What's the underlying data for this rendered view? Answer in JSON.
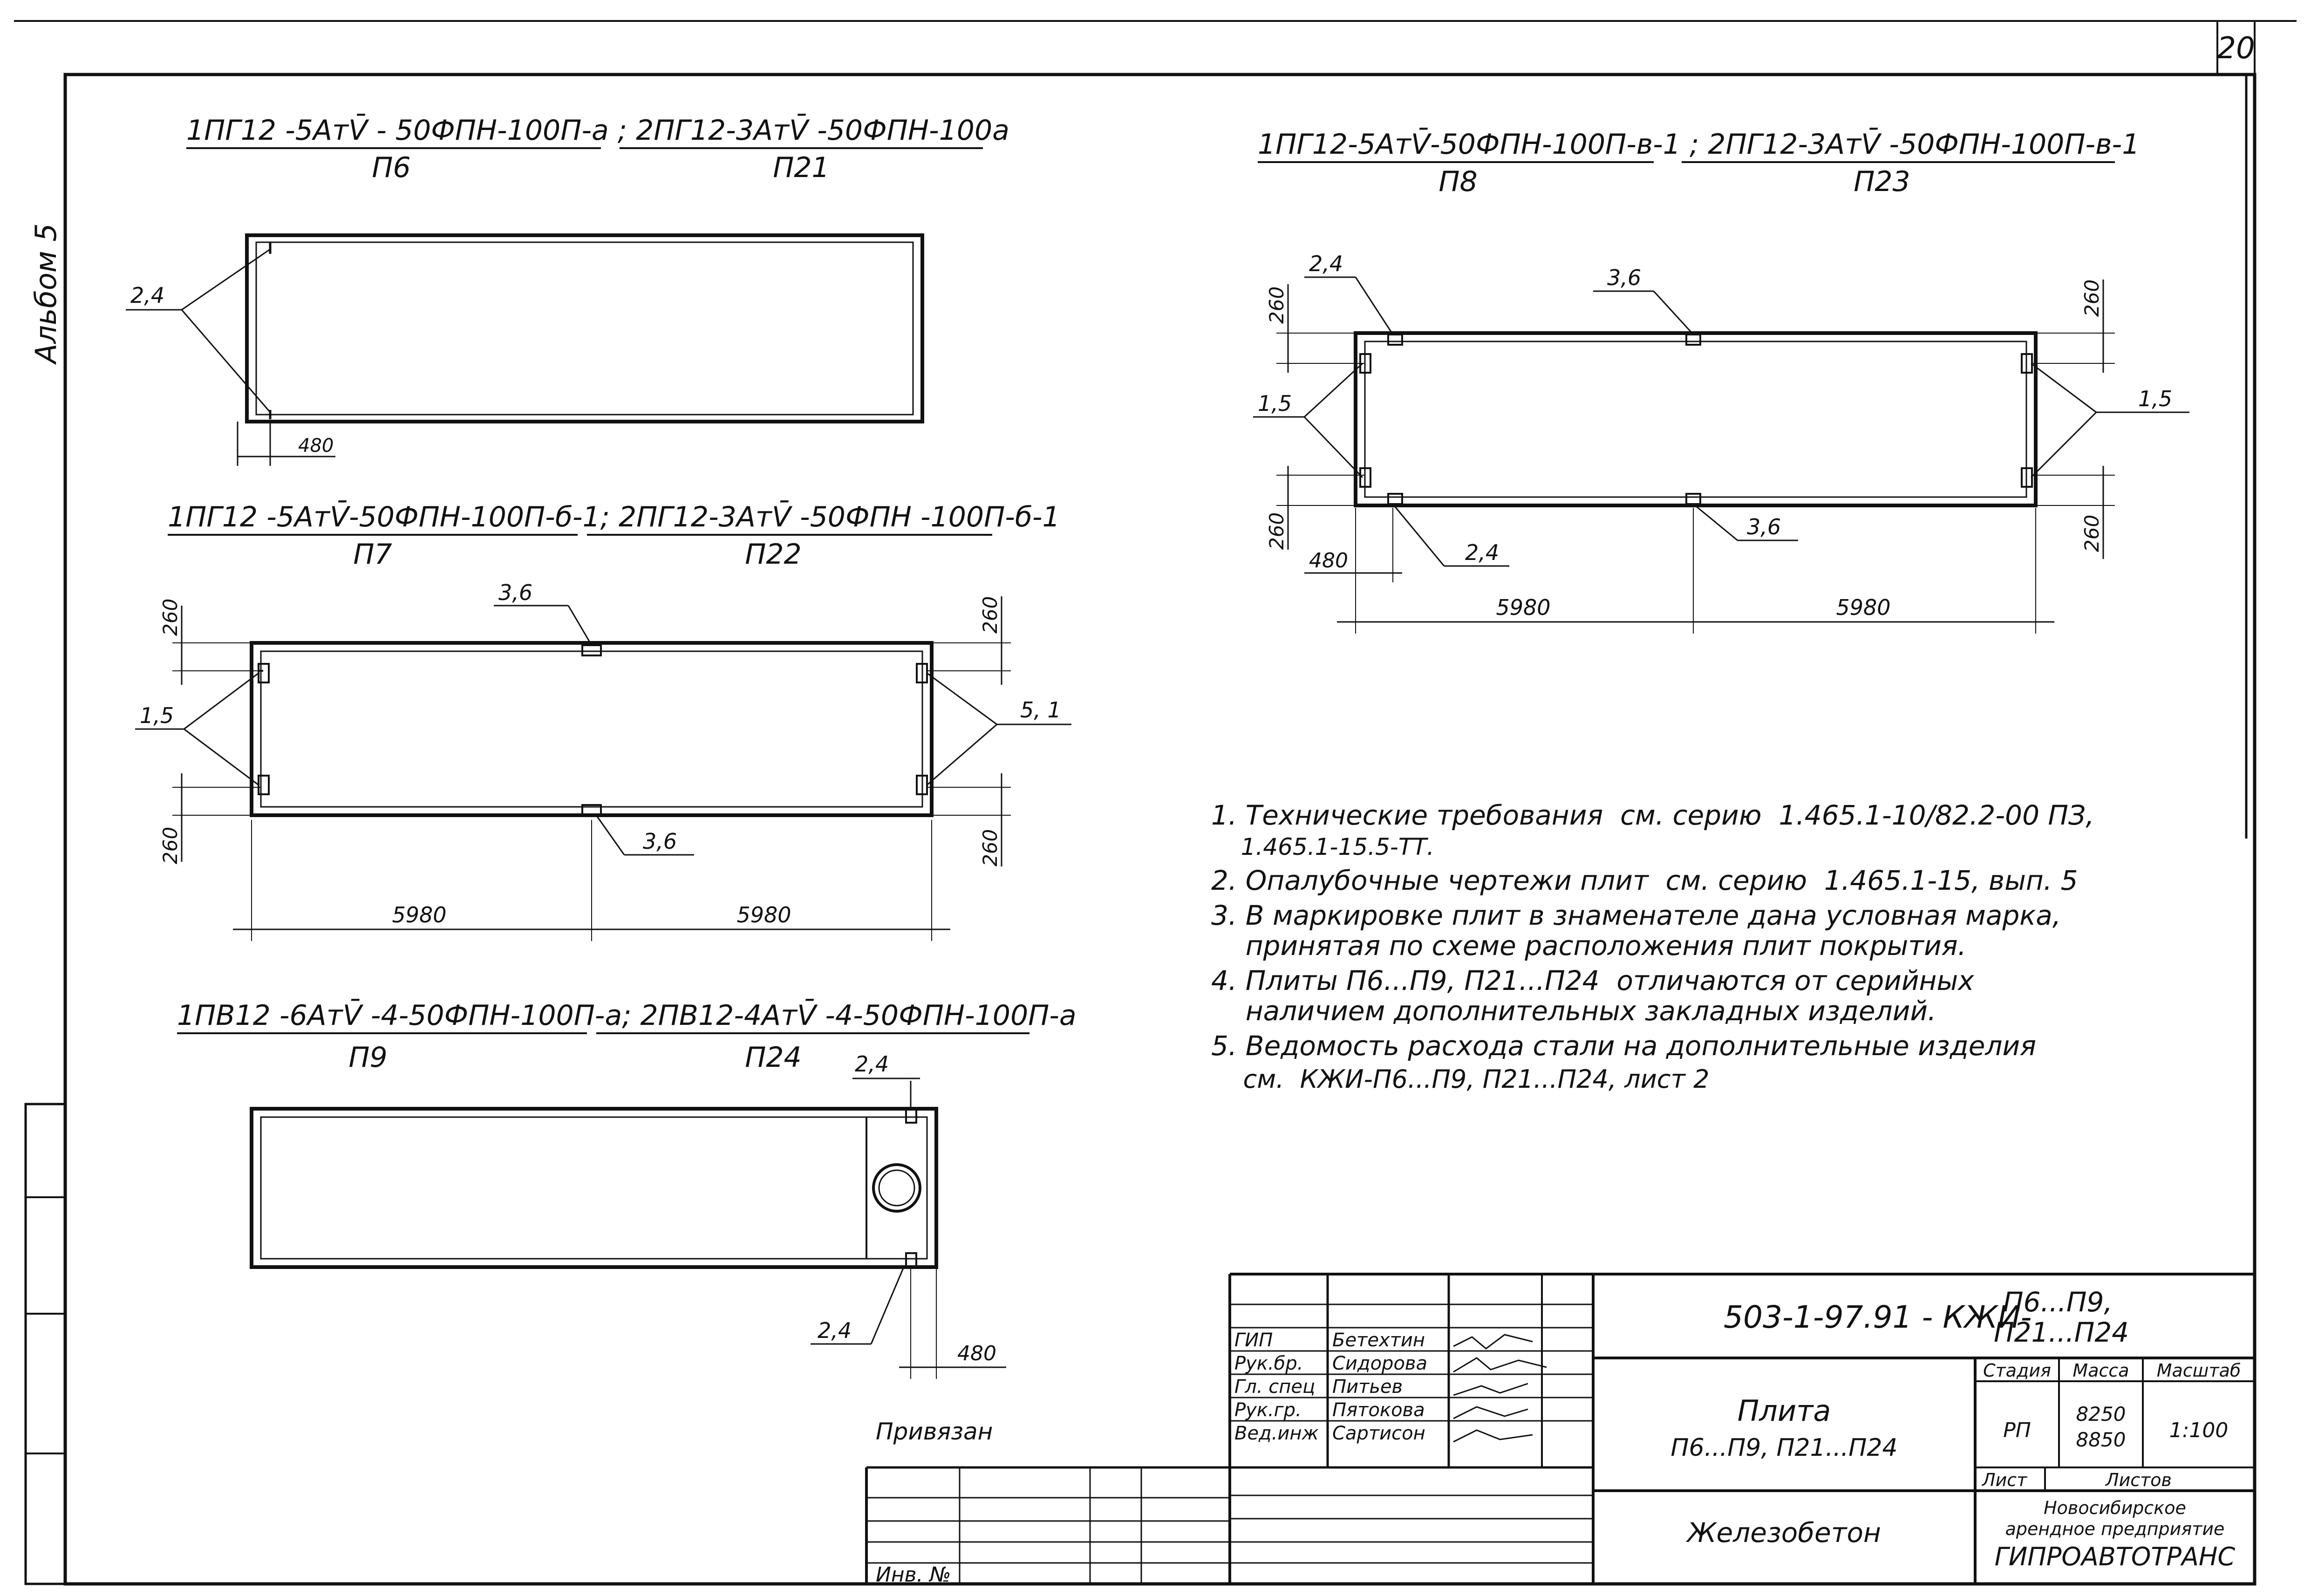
{
  "sheet_number": "20",
  "album_label": "Альбом 5",
  "drawings": {
    "p6": {
      "mark_top": "1ПГ12 -5АтV̄ - 50ФПН-100П-а ;  2ПГ12-3АтV̄ -50ФПН-100а",
      "mark_sub_left": "П6",
      "mark_sub_right": "П21",
      "dims": {
        "embed": "2,4",
        "offset": "480"
      }
    },
    "p7": {
      "mark_top": "1ПГ12 -5АтV̄-50ФПН-100П-б-1;  2ПГ12-3АтV̄ -50ФПН -100П-б-1",
      "mark_sub_left": "П7",
      "mark_sub_right": "П22",
      "dims": {
        "left_embed": "1,5",
        "right_embed": "5, 1",
        "mid_embed": "3,6",
        "edge": "260",
        "span_left": "5980",
        "span_right": "5980"
      }
    },
    "p9": {
      "mark_top": "1ПВ12 -6АтV̄ -4-50ФПН-100П-а;  2ПВ12-4АтV̄ -4-50ФПН-100П-а",
      "mark_sub_left": "П9",
      "mark_sub_right": "П24",
      "dims": {
        "embed": "2,4",
        "offset": "480"
      }
    },
    "p8": {
      "mark_top": "1ПГ12-5АтV̄-50ФПН-100П-в-1 ;  2ПГ12-3АтV̄ -50ФПН-100П-в-1",
      "mark_sub_left": "П8",
      "mark_sub_right": "П23",
      "dims": {
        "corner_embed": "2,4",
        "mid_embed": "3,6",
        "side_embed": "1,5",
        "edge": "260",
        "offset": "480",
        "span_left": "5980",
        "span_right": "5980"
      }
    }
  },
  "notes": [
    "1. Технические требования  см. серию  1.465.1-10/82.2-00 ПЗ,",
    "    1.465.1-15.5-ТТ.",
    "2. Опалубочные чертежи плит  см. серию  1.465.1-15, вып. 5",
    "3. В маркировке плит в знаменателе дана условная марка,",
    "    принятая по схеме расположения плит покрытия.",
    "4. Плиты П6...П9, П21...П24  отличаются от серийных",
    "    наличием дополнительных закладных изделий.",
    "5. Ведомость расхода стали на дополнительные изделия",
    "    см.  КЖИ-П6...П9, П21...П24, лист 2"
  ],
  "title_block": {
    "code_main": "503-1-97.91 - КЖИ-",
    "code_sheets_1": "П6...П9,",
    "code_sheets_2": "П21...П24",
    "roles": [
      "ГИП",
      "Рук.бр.",
      "Гл. спец",
      "Рук.гр.",
      "Вед.инж"
    ],
    "names": [
      "Бетехтин",
      "Сидорова",
      "Питьев",
      "Пятокова",
      "Сартисон"
    ],
    "attached_label": "Привязан",
    "inv_label": "Инв. №",
    "object_title": "Плита",
    "object_subtitle": "П6...П9, П21...П24",
    "material": "Железобетон",
    "col_stage": "Стадия",
    "col_mass": "Масса",
    "col_scale": "Масштаб",
    "stage": "РП",
    "mass_1": "8250",
    "mass_2": "8850",
    "scale": "1:100",
    "sheet_label": "Лист",
    "sheets_label": "Листов",
    "org_1": "Новосибирское",
    "org_2": "арендное предприятие",
    "org_3": "ГИПРОАВТОТРАНС"
  }
}
